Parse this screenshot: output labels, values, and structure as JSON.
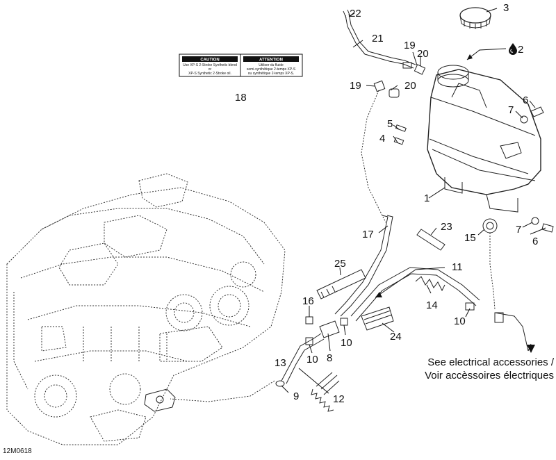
{
  "callouts": [
    "1",
    "2",
    "3",
    "4",
    "5",
    "6",
    "6",
    "7",
    "7",
    "8",
    "9",
    "10",
    "10",
    "10",
    "11",
    "12",
    "13",
    "14",
    "15",
    "16",
    "17",
    "18",
    "19",
    "19",
    "20",
    "20",
    "21",
    "22",
    "23",
    "24",
    "25"
  ],
  "decal": {
    "left_title": "CAUTION",
    "left_line1": "Use XP-S 2-Stroke Synthetic blend",
    "left_line2": "or",
    "left_line3": "XP-S Synthetic 2-Stroke oil.",
    "right_title": "ATTENTION",
    "right_line1": "Utiliser du fluide",
    "right_line2": "semi-synthétique 2-temps XP-S",
    "right_line3": "ou synthétique 2-temps XP-S."
  },
  "note": {
    "line1": "See electrical accessories /",
    "line2": "Voir accèssoires électriques"
  },
  "drawing_code": "12M0618",
  "icons": [
    "oil-drop-icon"
  ]
}
